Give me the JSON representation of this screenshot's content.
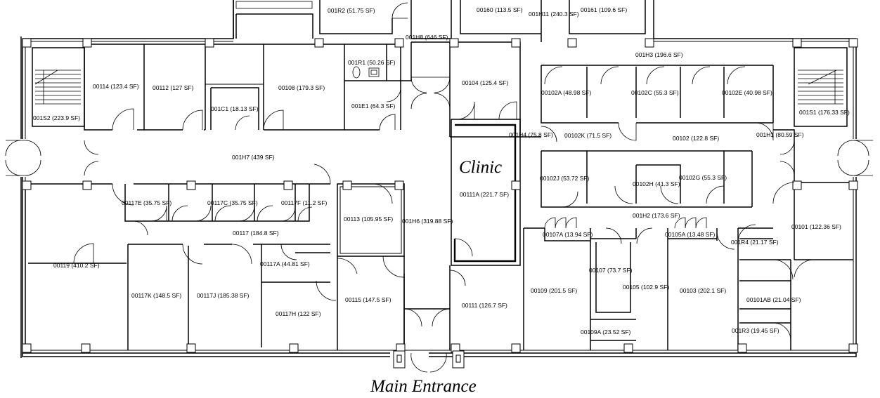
{
  "labels": {
    "clinic": "Clinic",
    "main_entrance": "Main Entrance"
  },
  "rooms": [
    {
      "id": "001R2",
      "text": "001R2 (51.75 SF)"
    },
    {
      "id": "00160",
      "text": "00160 (113.5 SF)"
    },
    {
      "id": "001H11",
      "text": "001H11 (240.3 SF)"
    },
    {
      "id": "00161",
      "text": "00161 (109.6 SF)"
    },
    {
      "id": "001H8",
      "text": "001H8 (646 SF)"
    },
    {
      "id": "001H3",
      "text": "001H3 (196.6 SF)"
    },
    {
      "id": "001R1",
      "text": "001R1 (50.26 SF)"
    },
    {
      "id": "00114",
      "text": "00114 (123.4 SF)"
    },
    {
      "id": "00112",
      "text": "00112 (127 SF)"
    },
    {
      "id": "00108",
      "text": "00108 (179.3 SF)"
    },
    {
      "id": "00104",
      "text": "00104 (125.4 SF)"
    },
    {
      "id": "00102A",
      "text": "00102A (48.98 SF)"
    },
    {
      "id": "00102C",
      "text": "00102C (55.3 SF)"
    },
    {
      "id": "00102E",
      "text": "00102E (40.98 SF)"
    },
    {
      "id": "001E1",
      "text": "001E1 (64.3 SF)"
    },
    {
      "id": "001C1",
      "text": "001C1 (18.13 SF)"
    },
    {
      "id": "001S2",
      "text": "001S2 (223.9 SF)"
    },
    {
      "id": "001S1",
      "text": "001S1 (176.33 SF)"
    },
    {
      "id": "001H4",
      "text": "001H4 (75.8 SF)"
    },
    {
      "id": "00102K",
      "text": "00102K (71.5 SF)"
    },
    {
      "id": "00102",
      "text": "00102 (122.8 SF)"
    },
    {
      "id": "001H1",
      "text": "001H1 (80.59 SF)"
    },
    {
      "id": "001H7",
      "text": "001H7 (439 SF)"
    },
    {
      "id": "00102J",
      "text": "00102J (53.72 SF)"
    },
    {
      "id": "00102H",
      "text": "00102H (41.3 SF)"
    },
    {
      "id": "00102G",
      "text": "00102G (55.3 SF)"
    },
    {
      "id": "00111A",
      "text": "00111A (221.7 SF)"
    },
    {
      "id": "00117E",
      "text": "00117E (35.75 SF)"
    },
    {
      "id": "00117C",
      "text": "00117C (35.75 SF)"
    },
    {
      "id": "00117F",
      "text": "00117F (11.2 SF)"
    },
    {
      "id": "001H2",
      "text": "001H2 (173.6 SF)"
    },
    {
      "id": "00113",
      "text": "00113 (105.95 SF)"
    },
    {
      "id": "001H6",
      "text": "001H6 (319.88 SF)"
    },
    {
      "id": "00101",
      "text": "00101 (122.36 SF)"
    },
    {
      "id": "00117",
      "text": "00117 (184.8 SF)"
    },
    {
      "id": "00107A",
      "text": "00107A (13.94 SF)"
    },
    {
      "id": "00105A",
      "text": "00105A (13.48 SF)"
    },
    {
      "id": "001R4",
      "text": "001R4 (21.17 SF)"
    },
    {
      "id": "00119",
      "text": "00119 (410.2 SF)"
    },
    {
      "id": "00117A",
      "text": "00117A (44.81 SF)"
    },
    {
      "id": "00107",
      "text": "00107 (73.7 SF)"
    },
    {
      "id": "00109",
      "text": "00109 (201.5 SF)"
    },
    {
      "id": "00105",
      "text": "00105 (102.9 SF)"
    },
    {
      "id": "00103",
      "text": "00103 (202.1 SF)"
    },
    {
      "id": "00117K",
      "text": "00117K (148.5 SF)"
    },
    {
      "id": "00117J",
      "text": "00117J (185.38 SF)"
    },
    {
      "id": "00115",
      "text": "00115 (147.5 SF)"
    },
    {
      "id": "00117H",
      "text": "00117H (122 SF)"
    },
    {
      "id": "00111",
      "text": "00111 (126.7 SF)"
    },
    {
      "id": "00101AB",
      "text": "00101AB (21.04 SF)"
    },
    {
      "id": "00109A",
      "text": "00109A (23.52 SF)"
    },
    {
      "id": "001R3",
      "text": "001R3 (19.45 SF)"
    }
  ]
}
